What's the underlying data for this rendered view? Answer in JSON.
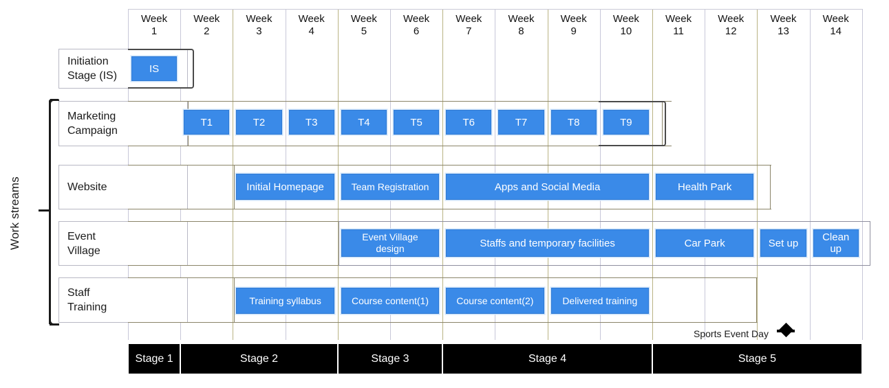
{
  "axis": {
    "vertical_label": "Work streams",
    "week_headers": [
      "Week\n1",
      "Week\n2",
      "Week\n3",
      "Week\n4",
      "Week\n5",
      "Week\n6",
      "Week\n7",
      "Week\n8",
      "Week\n9",
      "Week\n10",
      "Week\n11",
      "Week\n12",
      "Week\n13",
      "Week\n14"
    ]
  },
  "rows": [
    {
      "label": "Initiation\nStage (IS)"
    },
    {
      "label": "Marketing\nCampaign"
    },
    {
      "label": "Website"
    },
    {
      "label": "Event\nVillage"
    },
    {
      "label": "Staff\nTraining"
    }
  ],
  "milestone": {
    "label": "Sports Event Day",
    "week": 13
  },
  "colors": {
    "bar_fill": "#3a8ae8",
    "bar_border": "#2f7ad4",
    "bar_text": "#ffffff",
    "stage_fill": "#000000",
    "stage_text": "#ffffff",
    "grid_line": "#c7c7d8",
    "grid_line_olive": "#b9b383",
    "group_border": "#8a8468",
    "brace": "#1a1a1a"
  },
  "chart_data": {
    "type": "bar",
    "title": "Sports Event Programme Gantt Chart",
    "xlabel": "",
    "ylabel": "Work streams",
    "x": [
      "Week 1",
      "Week 2",
      "Week 3",
      "Week 4",
      "Week 5",
      "Week 6",
      "Week 7",
      "Week 8",
      "Week 9",
      "Week 10",
      "Week 11",
      "Week 12",
      "Week 13",
      "Week 14"
    ],
    "xlim": [
      1,
      15
    ],
    "grid": true,
    "legend": "none",
    "categories": [
      "Initiation Stage (IS)",
      "Marketing Campaign",
      "Website",
      "Event Village",
      "Staff Training"
    ],
    "series": [
      {
        "name": "Initiation Stage (IS)",
        "tasks": [
          {
            "label": "IS",
            "start_week": 1,
            "end_week": 1,
            "duration_weeks": 1
          }
        ]
      },
      {
        "name": "Marketing Campaign",
        "tasks": [
          {
            "label": "T1",
            "start_week": 2,
            "end_week": 2,
            "duration_weeks": 1
          },
          {
            "label": "T2",
            "start_week": 3,
            "end_week": 3,
            "duration_weeks": 1
          },
          {
            "label": "T3",
            "start_week": 4,
            "end_week": 4,
            "duration_weeks": 1
          },
          {
            "label": "T4",
            "start_week": 5,
            "end_week": 5,
            "duration_weeks": 1
          },
          {
            "label": "T5",
            "start_week": 6,
            "end_week": 6,
            "duration_weeks": 1
          },
          {
            "label": "T6",
            "start_week": 7,
            "end_week": 7,
            "duration_weeks": 1
          },
          {
            "label": "T7",
            "start_week": 8,
            "end_week": 8,
            "duration_weeks": 1
          },
          {
            "label": "T8",
            "start_week": 9,
            "end_week": 9,
            "duration_weeks": 1
          },
          {
            "label": "T9",
            "start_week": 10,
            "end_week": 10,
            "duration_weeks": 1
          }
        ]
      },
      {
        "name": "Website",
        "tasks": [
          {
            "label": "Initial Homepage",
            "start_week": 3,
            "end_week": 4,
            "duration_weeks": 2
          },
          {
            "label": "Team Registration",
            "start_week": 5,
            "end_week": 6,
            "duration_weeks": 2
          },
          {
            "label": "Apps and Social Media",
            "start_week": 7,
            "end_week": 10,
            "duration_weeks": 4
          },
          {
            "label": "Health Park",
            "start_week": 11,
            "end_week": 12,
            "duration_weeks": 2
          }
        ]
      },
      {
        "name": "Event Village",
        "tasks": [
          {
            "label": "Event Village\ndesign",
            "start_week": 5,
            "end_week": 6,
            "duration_weeks": 2
          },
          {
            "label": "Staffs and temporary facilities",
            "start_week": 7,
            "end_week": 10,
            "duration_weeks": 4
          },
          {
            "label": "Car Park",
            "start_week": 11,
            "end_week": 12,
            "duration_weeks": 2
          },
          {
            "label": "Set up",
            "start_week": 13,
            "end_week": 13,
            "duration_weeks": 1
          },
          {
            "label": "Clean\nup",
            "start_week": 14,
            "end_week": 14,
            "duration_weeks": 1
          }
        ]
      },
      {
        "name": "Staff Training",
        "tasks": [
          {
            "label": "Training syllabus",
            "start_week": 3,
            "end_week": 4,
            "duration_weeks": 2
          },
          {
            "label": "Course content(1)",
            "start_week": 5,
            "end_week": 6,
            "duration_weeks": 2
          },
          {
            "label": "Course content(2)",
            "start_week": 7,
            "end_week": 8,
            "duration_weeks": 2
          },
          {
            "label": "Delivered training",
            "start_week": 9,
            "end_week": 10,
            "duration_weeks": 2
          }
        ]
      }
    ],
    "milestones": [
      {
        "label": "Sports Event Day",
        "week": 13
      }
    ],
    "stages": [
      {
        "label": "Stage 1",
        "start_week": 1,
        "end_week": 1
      },
      {
        "label": "Stage 2",
        "start_week": 2,
        "end_week": 4
      },
      {
        "label": "Stage 3",
        "start_week": 5,
        "end_week": 6
      },
      {
        "label": "Stage 4",
        "start_week": 7,
        "end_week": 10
      },
      {
        "label": "Stage 5",
        "start_week": 11,
        "end_week": 14
      }
    ]
  }
}
